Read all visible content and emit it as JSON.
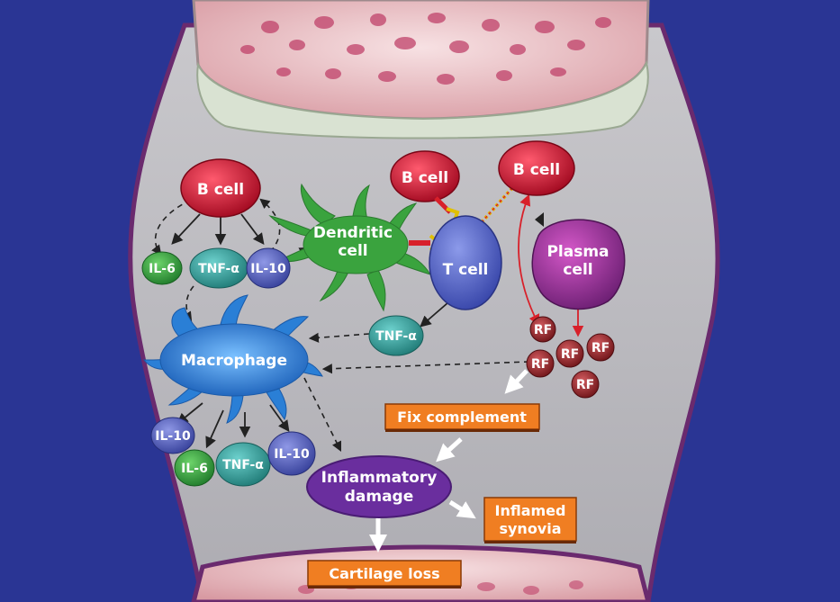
{
  "labels": {
    "b_cell_left": "B cell",
    "b_cell_mid": "B cell",
    "b_cell_right": "B cell",
    "dendritic_1": "Dendritic",
    "dendritic_2": "cell",
    "t_cell": "T cell",
    "plasma_1": "Plasma",
    "plasma_2": "cell",
    "il6_top": "IL-6",
    "tnf_top": "TNF-α",
    "il10_top": "IL-10",
    "macrophage": "Macrophage",
    "tnf_mid": "TNF-α",
    "rf_1": "RF",
    "rf_2": "RF",
    "rf_3": "RF",
    "rf_4": "RF",
    "rf_5": "RF",
    "il10_low_left": "IL-10",
    "il6_low": "IL-6",
    "tnf_low": "TNF-α",
    "il10_low_right": "IL-10",
    "inflammatory_1": "Inflammatory",
    "inflammatory_2": "damage",
    "fix_complement": "Fix complement",
    "inflamed_1": "Inflamed",
    "inflamed_2": "synovia",
    "cartilage_loss": "Cartilage loss"
  },
  "colors": {
    "background": "#2a3594",
    "synovial_fluid": "#b9b8bc",
    "bone": "#e8c2c6",
    "capsule": "#6a2a6e",
    "b_cell": "#c8102e",
    "plasma_cell": "#8e2a8c",
    "t_cell": "#4a5cc4",
    "dendritic_cell": "#2e9e3a",
    "macrophage": "#1e6fc9",
    "il6": "#2e9e3a",
    "tnf": "#2a9a96",
    "il10": "#4b57b6",
    "rf": "#8a1f24",
    "orange_box": "#f07e22",
    "purple_oval": "#6a2e9e"
  }
}
